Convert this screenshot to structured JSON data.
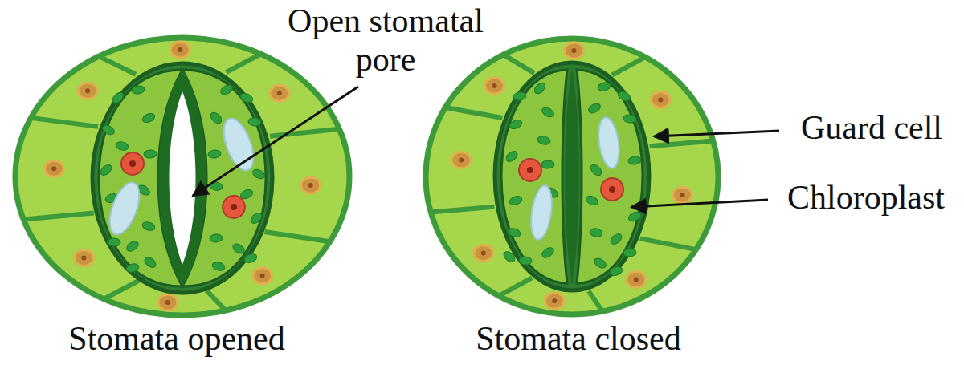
{
  "diagram": {
    "labels": [
      "Open stomatal pore",
      "Guard cell",
      "Chloroplast",
      "Stomata opened",
      "Stomata closed"
    ]
  }
}
